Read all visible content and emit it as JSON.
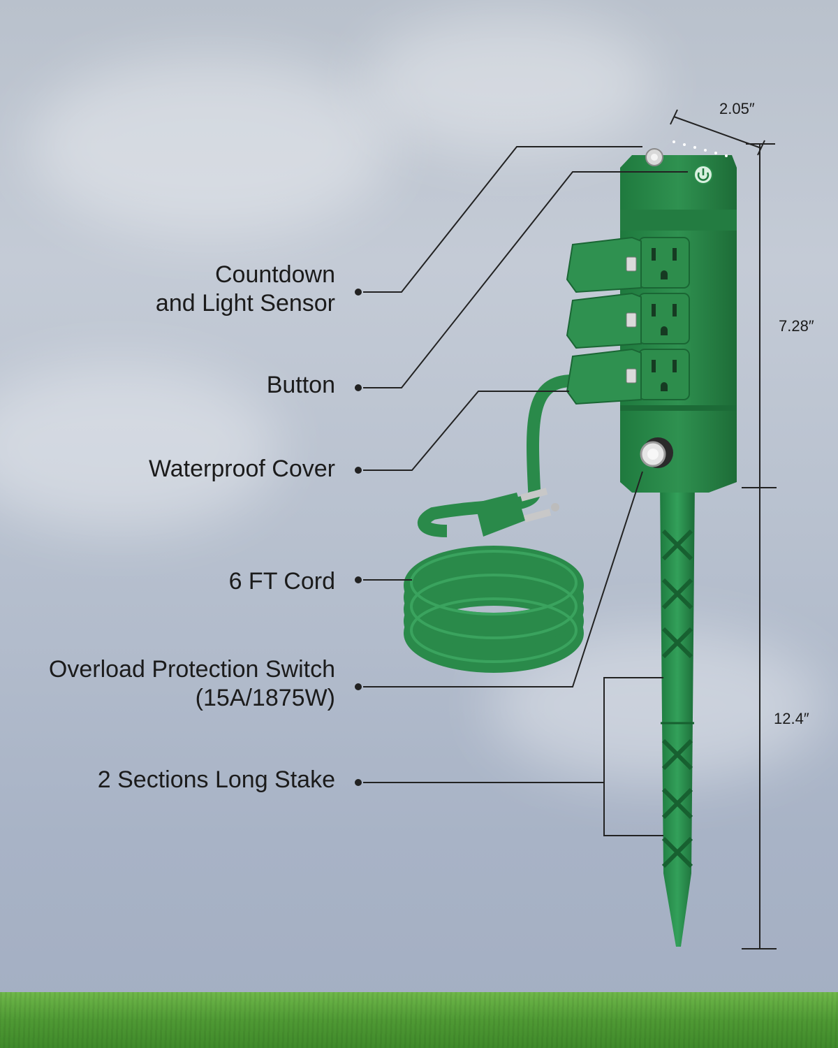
{
  "colors": {
    "product_green": "#2f8f4e",
    "product_dark": "#1f6e38",
    "text": "#1b1b1b",
    "grass": "#4f9a34"
  },
  "callouts": {
    "countdown": {
      "line1": "Countdown",
      "line2": "and Light Sensor"
    },
    "button": {
      "text": "Button"
    },
    "waterproof": {
      "text": "Waterproof Cover"
    },
    "cord": {
      "text": "6 FT Cord"
    },
    "overload": {
      "line1": "Overload Protection Switch",
      "line2": "(15A/1875W)"
    },
    "stake": {
      "text": "2 Sections Long Stake"
    }
  },
  "dimensions": {
    "width": "2.05″",
    "head_height": "7.28″",
    "stake_length": "12.4″"
  },
  "icons": [
    "power-icon",
    "light-sensor-icon",
    "outlet-icon",
    "plug-icon"
  ]
}
